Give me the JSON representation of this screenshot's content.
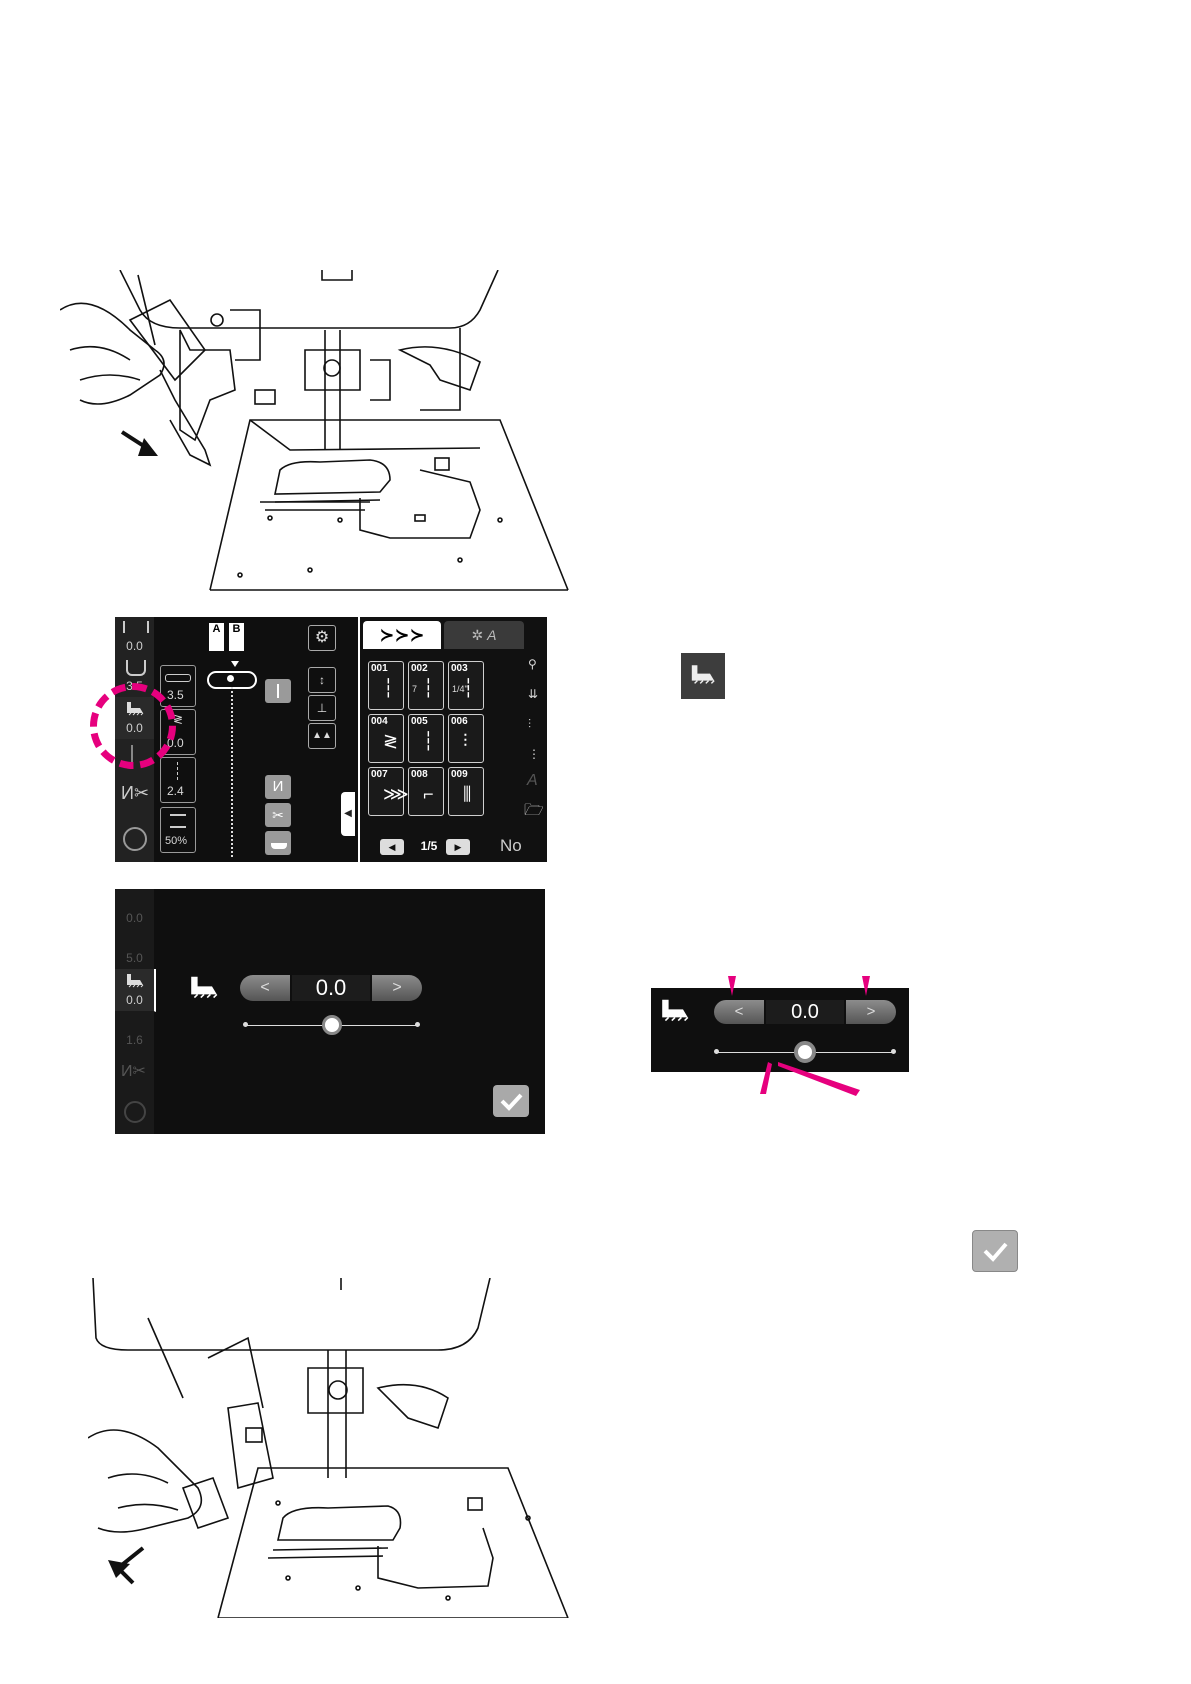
{
  "panel1": {
    "side_values": [
      "0.0",
      "3.5",
      "0.0"
    ],
    "param_values": [
      "3.5",
      "0.0",
      "2.4",
      "50%"
    ],
    "ab_labels": [
      "A",
      "B"
    ],
    "patterns": [
      {
        "num": "001",
        "sub": ""
      },
      {
        "num": "002",
        "sub": "7"
      },
      {
        "num": "003",
        "sub": "1/4\""
      },
      {
        "num": "004",
        "sub": ""
      },
      {
        "num": "005",
        "sub": ""
      },
      {
        "num": "006",
        "sub": ""
      },
      {
        "num": "007",
        "sub": ""
      },
      {
        "num": "008",
        "sub": ""
      },
      {
        "num": "009",
        "sub": ""
      }
    ],
    "page_indicator": "1/5",
    "no_label": "No",
    "script_a": "A"
  },
  "panel2": {
    "side_values": [
      "0.0",
      "5.0",
      "0.0",
      "1.6"
    ],
    "value": "0.0",
    "slider_fraction": 0.5,
    "stepper_left": "<",
    "stepper_right": ">"
  },
  "zoom": {
    "value": "0.0",
    "slider_fraction": 0.5,
    "stepper_left": "<",
    "stepper_right": ">"
  },
  "colors": {
    "accent_magenta": "#e6007e",
    "lcd_bg": "#0f0f0f",
    "ok_button": "#a9a9a9"
  },
  "icons": {
    "feed_balance": "feed-balance-icon",
    "ok": "check-icon",
    "settings": "gear-icon"
  }
}
